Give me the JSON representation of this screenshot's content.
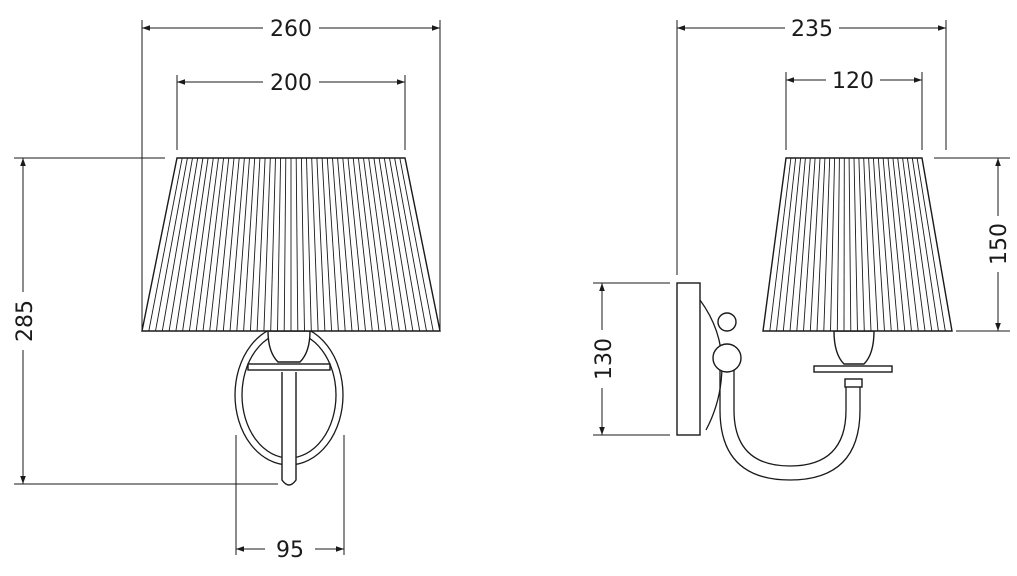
{
  "front_view": {
    "dim_total_width": "260",
    "dim_shade_top": "200",
    "dim_height": "285",
    "dim_base": "95"
  },
  "side_view": {
    "dim_depth": "235",
    "dim_shade_top": "120",
    "dim_shade_height": "150",
    "dim_plate_height": "130"
  }
}
